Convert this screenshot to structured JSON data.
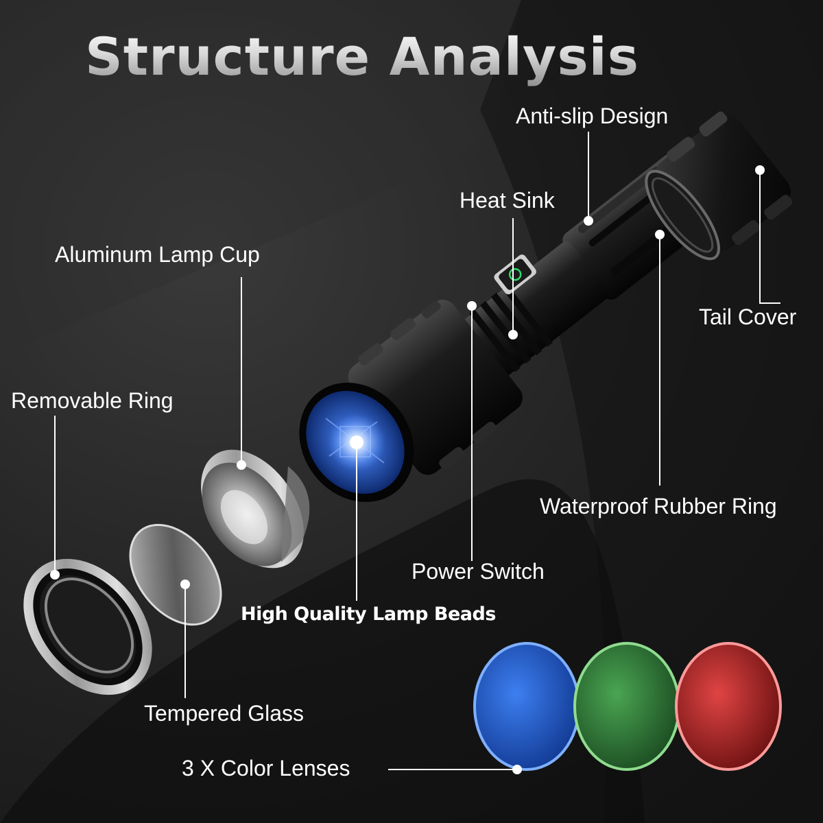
{
  "title": "Structure Analysis",
  "labels": {
    "anti_slip": "Anti-slip Design",
    "heat_sink": "Heat Sink",
    "aluminum_cup": "Aluminum Lamp Cup",
    "tail_cover": "Tail Cover",
    "removable_ring": "Removable Ring",
    "waterproof_ring": "Waterproof Rubber Ring",
    "power_switch": "Power Switch",
    "lamp_beads": "High Quality Lamp Beads",
    "tempered_glass": "Tempered Glass",
    "color_lenses": "3 X Color Lenses"
  },
  "colors": {
    "background": "#1e1e1e",
    "text": "#ffffff",
    "lens_blue": "#2e6fe0",
    "lens_green": "#3f9a44",
    "lens_red": "#d83a3a",
    "led_glow": "#4c8cff"
  }
}
